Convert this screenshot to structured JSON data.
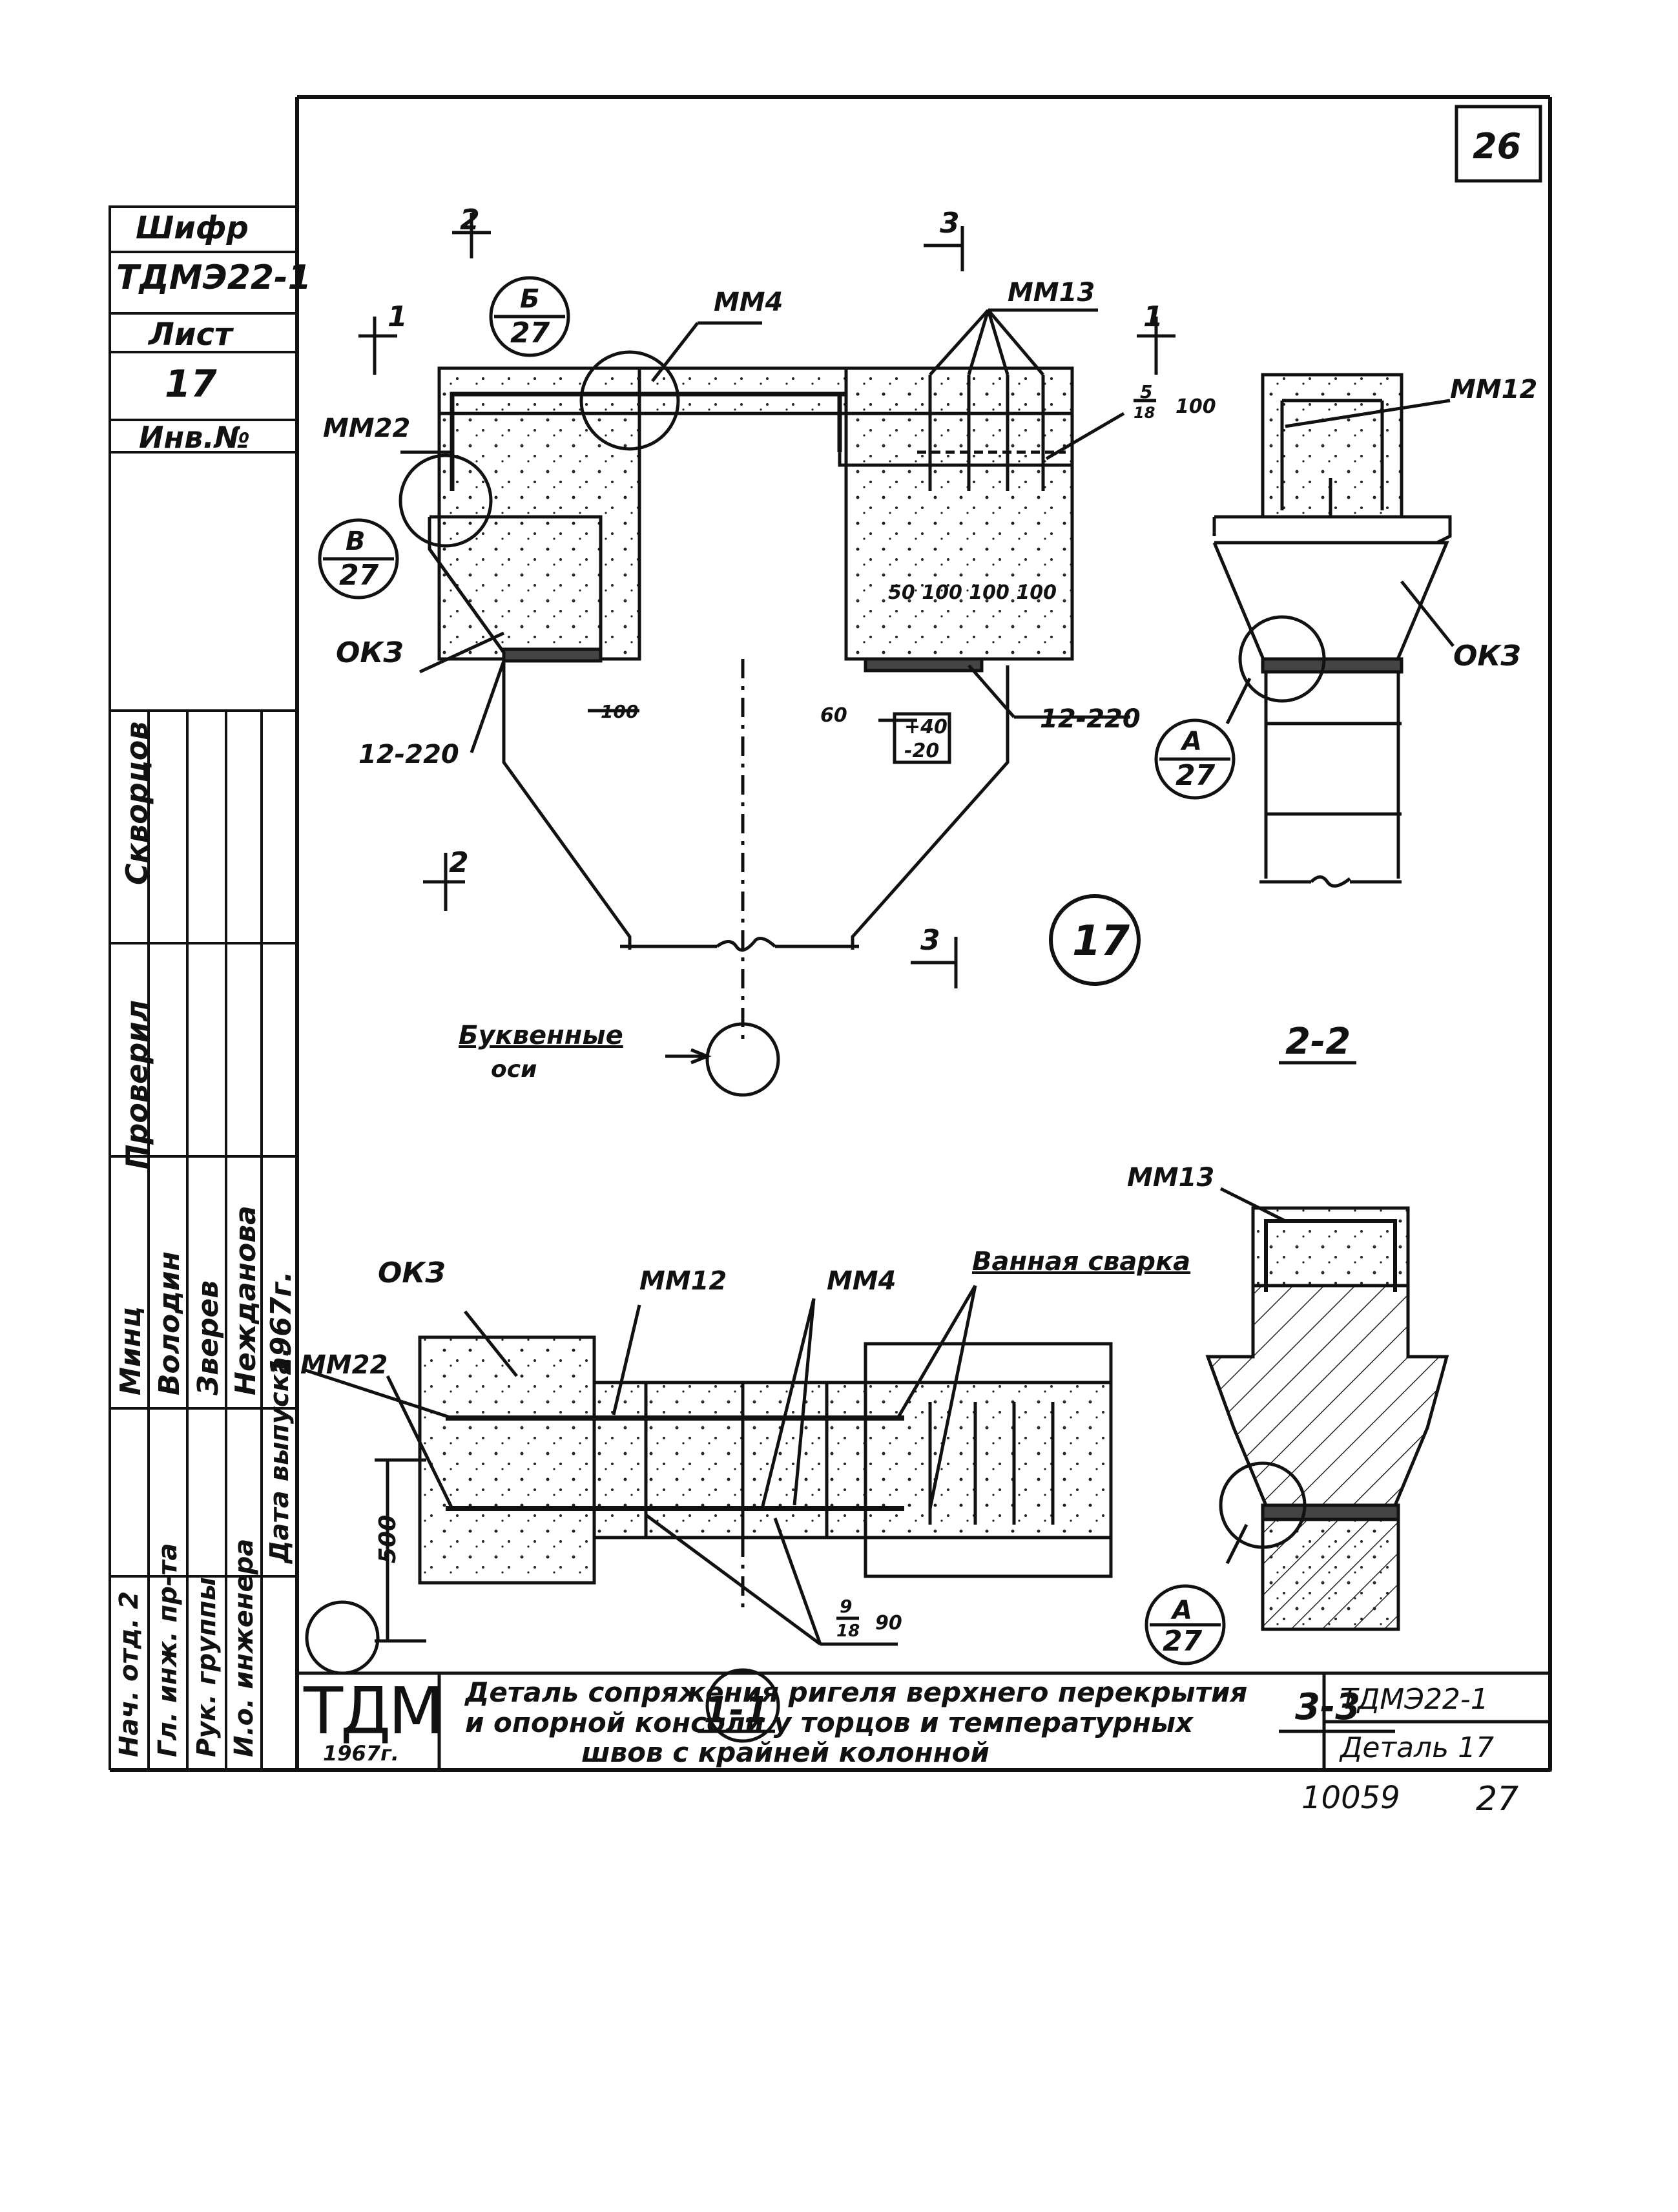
{
  "sheet_number": "26",
  "sheet_code": {
    "label": "Шифр",
    "code": "ТДМЭ22-1",
    "list_label": "Лист",
    "list_number": "17",
    "inv_label": "Инв.№"
  },
  "side_stamp": {
    "roles": [
      "Нач. отд. 2",
      "Гл. инж. пр-та",
      "Рук. группы",
      "И.о. инженера",
      "Дата выпуска:"
    ],
    "names": [
      "Минц",
      "Володин",
      "Зверев",
      "Нежданова",
      "1967г."
    ],
    "columns": [
      "Проверил",
      "Скворцов"
    ]
  },
  "labels": {
    "mm4_top": "ММ4",
    "mm13_top": "ММ13",
    "mm22_top": "ММ22",
    "mm12_right": "ММ12",
    "okz_left": "ОКЗ",
    "okz_right": "ОКЗ",
    "weld_left": "12-220",
    "weld_right": "12-220",
    "spacing_top": "50 100 100 100",
    "dim_100": "100",
    "dim_60": "60",
    "tol_plus": "+40",
    "tol_minus": "-20",
    "bar_spec_top_num": "5",
    "bar_spec_top_den": "18",
    "bar_spec_top_pitch": "100",
    "bar_spec_bot_num": "9",
    "bar_spec_bot_den": "18",
    "bar_spec_bot_pitch": "90",
    "ref_b_letter": "Б",
    "ref_b_sheet": "27",
    "ref_v_letter": "В",
    "ref_v_sheet": "27",
    "ref_a_letter": "А",
    "ref_a_sheet": "27",
    "ref_a2_letter": "А",
    "ref_a2_sheet": "27",
    "section_1": "1",
    "section_2": "2",
    "section_3": "3",
    "detail_number": "17",
    "axes_note_1": "Буквенные",
    "axes_note_2": "оси",
    "view_2_2": "2-2",
    "view_1_1": "1-1",
    "view_3_3": "3-3",
    "okz_plan": "ОКЗ",
    "mm12_plan": "ММ12",
    "mm4_plan": "ММ4",
    "weld_plan": "Ванная сварка",
    "mm22_plan": "ММ22",
    "dim_500": "500",
    "mm13_section": "ММ13"
  },
  "title_block": {
    "logo": "ТДМ",
    "year": "1967г.",
    "title_line1": "Деталь сопряжения ригеля верхнего перекрытия",
    "title_line2": "и опорной консоли у торцов и температурных",
    "title_line3": "швов с крайней колонной",
    "code": "ТДМЭ22-1",
    "detail": "Деталь 17"
  },
  "footer": {
    "number": "10059",
    "page": "27"
  }
}
